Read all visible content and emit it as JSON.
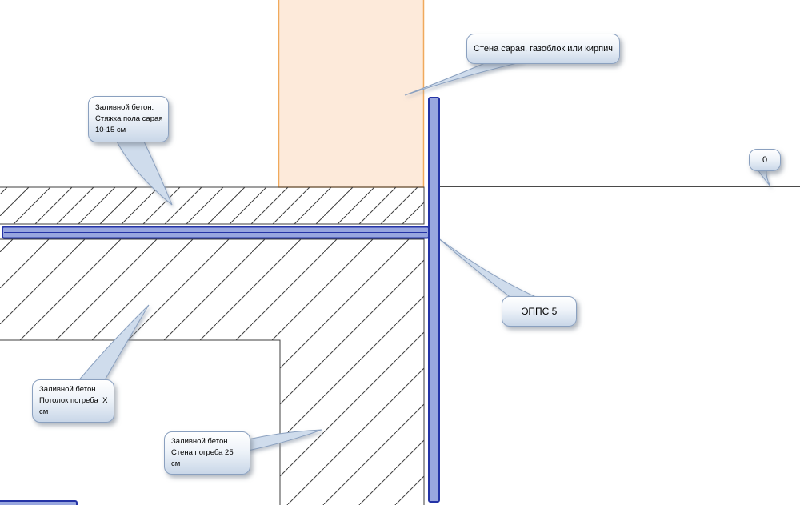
{
  "callouts": {
    "shed_wall": {
      "text": "Стена сарая, газоблок или кирпич"
    },
    "screed": {
      "lines": [
        "Заливной бетон.",
        "Стяжка пола сарая",
        "10-15 см"
      ]
    },
    "epps": {
      "text": "ЭППС 5"
    },
    "cellar_ceiling": {
      "lines": [
        "Заливной бетон.",
        "Потолок погреба  X",
        "см"
      ]
    },
    "cellar_wall": {
      "lines": [
        "Заливной бетон.",
        "Стена погреба 25",
        "см"
      ]
    },
    "ground_zero": {
      "text": "0"
    }
  },
  "colors": {
    "shed_wall_fill": "#fdeada",
    "shed_wall_border": "#f0a95c",
    "insulation_fill": "#98a6df",
    "insulation_border": "#2433a6",
    "hatch_line": "#3f3f3f",
    "callout_border": "#8aa0bf"
  }
}
